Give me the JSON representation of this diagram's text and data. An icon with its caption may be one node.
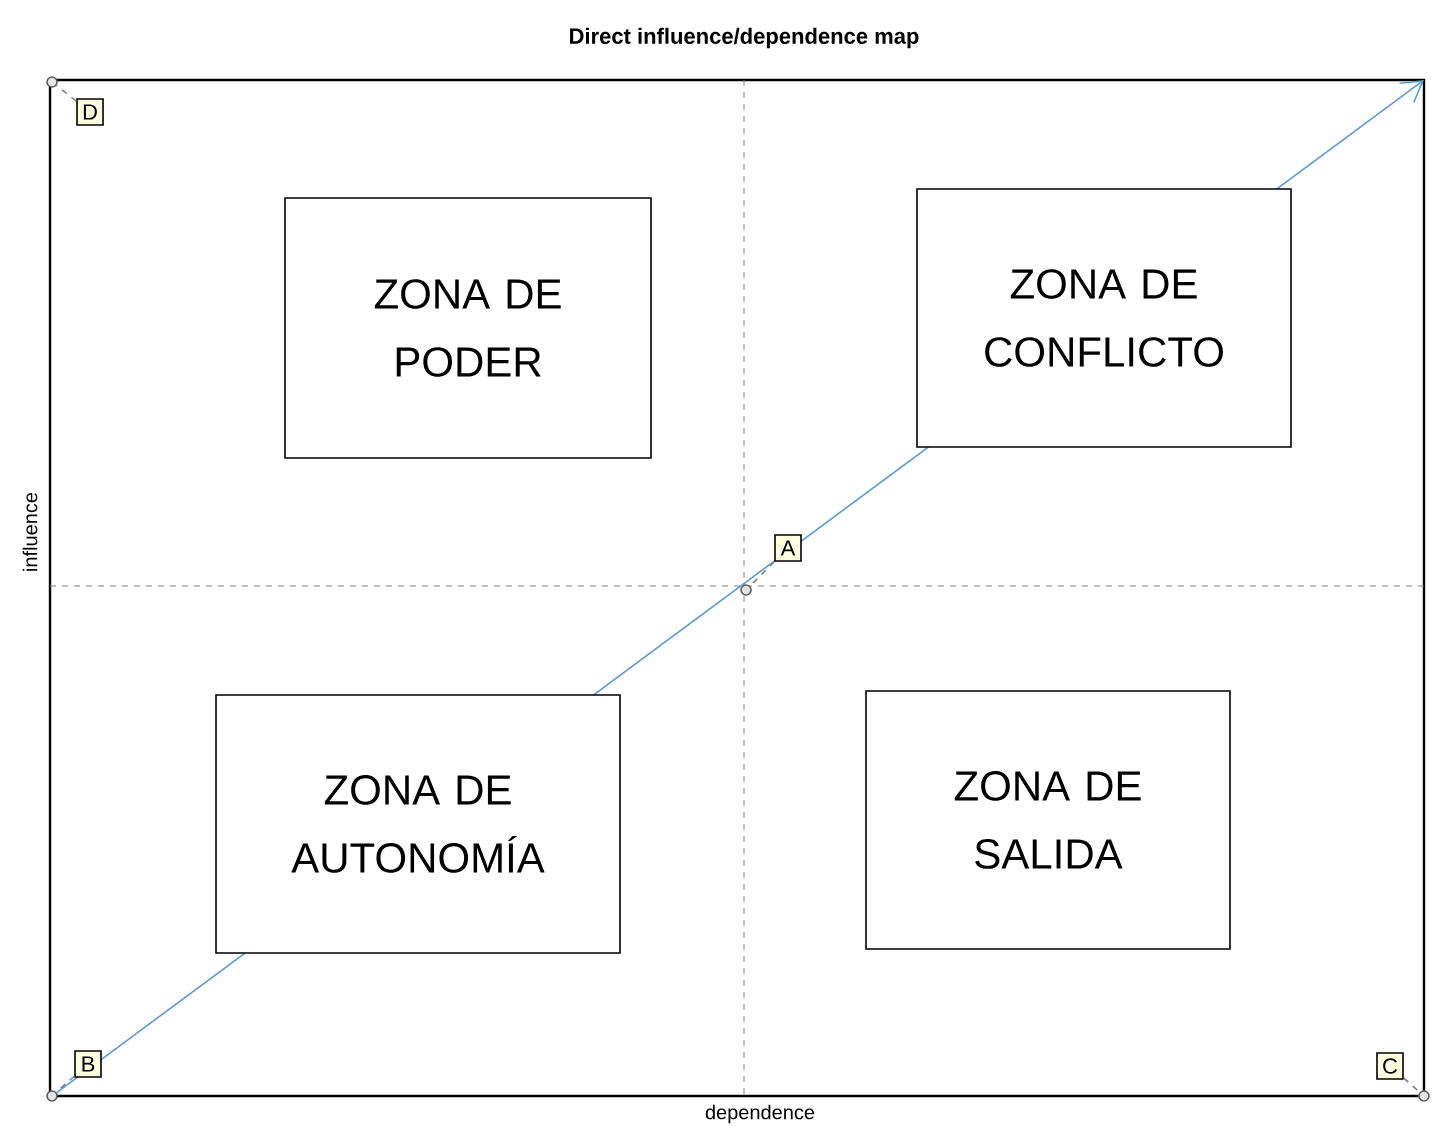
{
  "diagram": {
    "title": "Direct influence/dependence map",
    "nodes": [
      {
        "text": [
          "D"
        ]
      },
      {
        "text": [],
        "shape": "circle"
      },
      {
        "text": [
          "ZONA DE PODER"
        ]
      },
      {
        "text": [
          "ZONA DE CONFLICTO"
        ]
      },
      {
        "text": [
          "A"
        ]
      },
      {
        "text": [],
        "shape": "circle"
      },
      {
        "text": [
          "ZONA DE AUTONOMÍA"
        ]
      },
      {
        "text": [
          "ZONA DE SALIDA"
        ]
      },
      {
        "text": [
          "B"
        ]
      },
      {
        "text": [],
        "shape": "circle"
      },
      {
        "text": [
          "C"
        ]
      },
      {
        "text": [],
        "shape": "circle"
      }
    ],
    "edges": [
      {
        "from": 0,
        "to": 1,
        "arrow": "none",
        "style": "dashed"
      },
      {
        "from": 4,
        "to": 5,
        "arrow": "none",
        "style": "dashed"
      },
      {
        "from": 8,
        "to": 9,
        "arrow": "none",
        "style": "dashed"
      },
      {
        "from": 10,
        "to": 11,
        "arrow": "none",
        "style": "dashed"
      },
      {
        "from": 9,
        "to": null,
        "arrow": "to",
        "color": "#5b9bd5"
      }
    ],
    "labels": [
      "influence",
      "dependence"
    ]
  }
}
